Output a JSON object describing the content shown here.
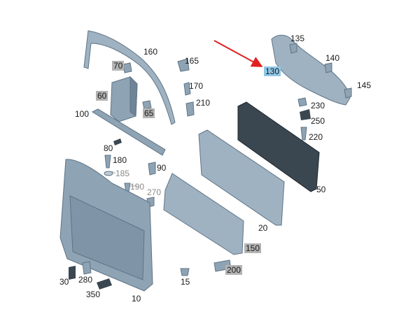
{
  "labels": {
    "p10": "10",
    "p15": "15",
    "p20": "20",
    "p30": "30",
    "p50": "50",
    "p60": "60",
    "p65": "65",
    "p70": "70",
    "p80": "80",
    "p90": "90",
    "p100": "100",
    "p130": "130",
    "p135": "135",
    "p140": "140",
    "p145": "145",
    "p150": "150",
    "p160": "160",
    "p165": "165",
    "p170": "170",
    "p180": "180",
    "p185": "185",
    "p190": "190",
    "p200": "200",
    "p210": "210",
    "p220": "220",
    "p230": "230",
    "p250": "250",
    "p270": "270",
    "p280": "280",
    "p350": "350"
  },
  "colors": {
    "part_fill": "#8ea3b4",
    "part_dark": "#5f7485",
    "mat_dark": "#3a4650",
    "highlight_box": "#8fc8e8",
    "gray_box": "#b3b3b3",
    "arrow": "#e02020"
  }
}
